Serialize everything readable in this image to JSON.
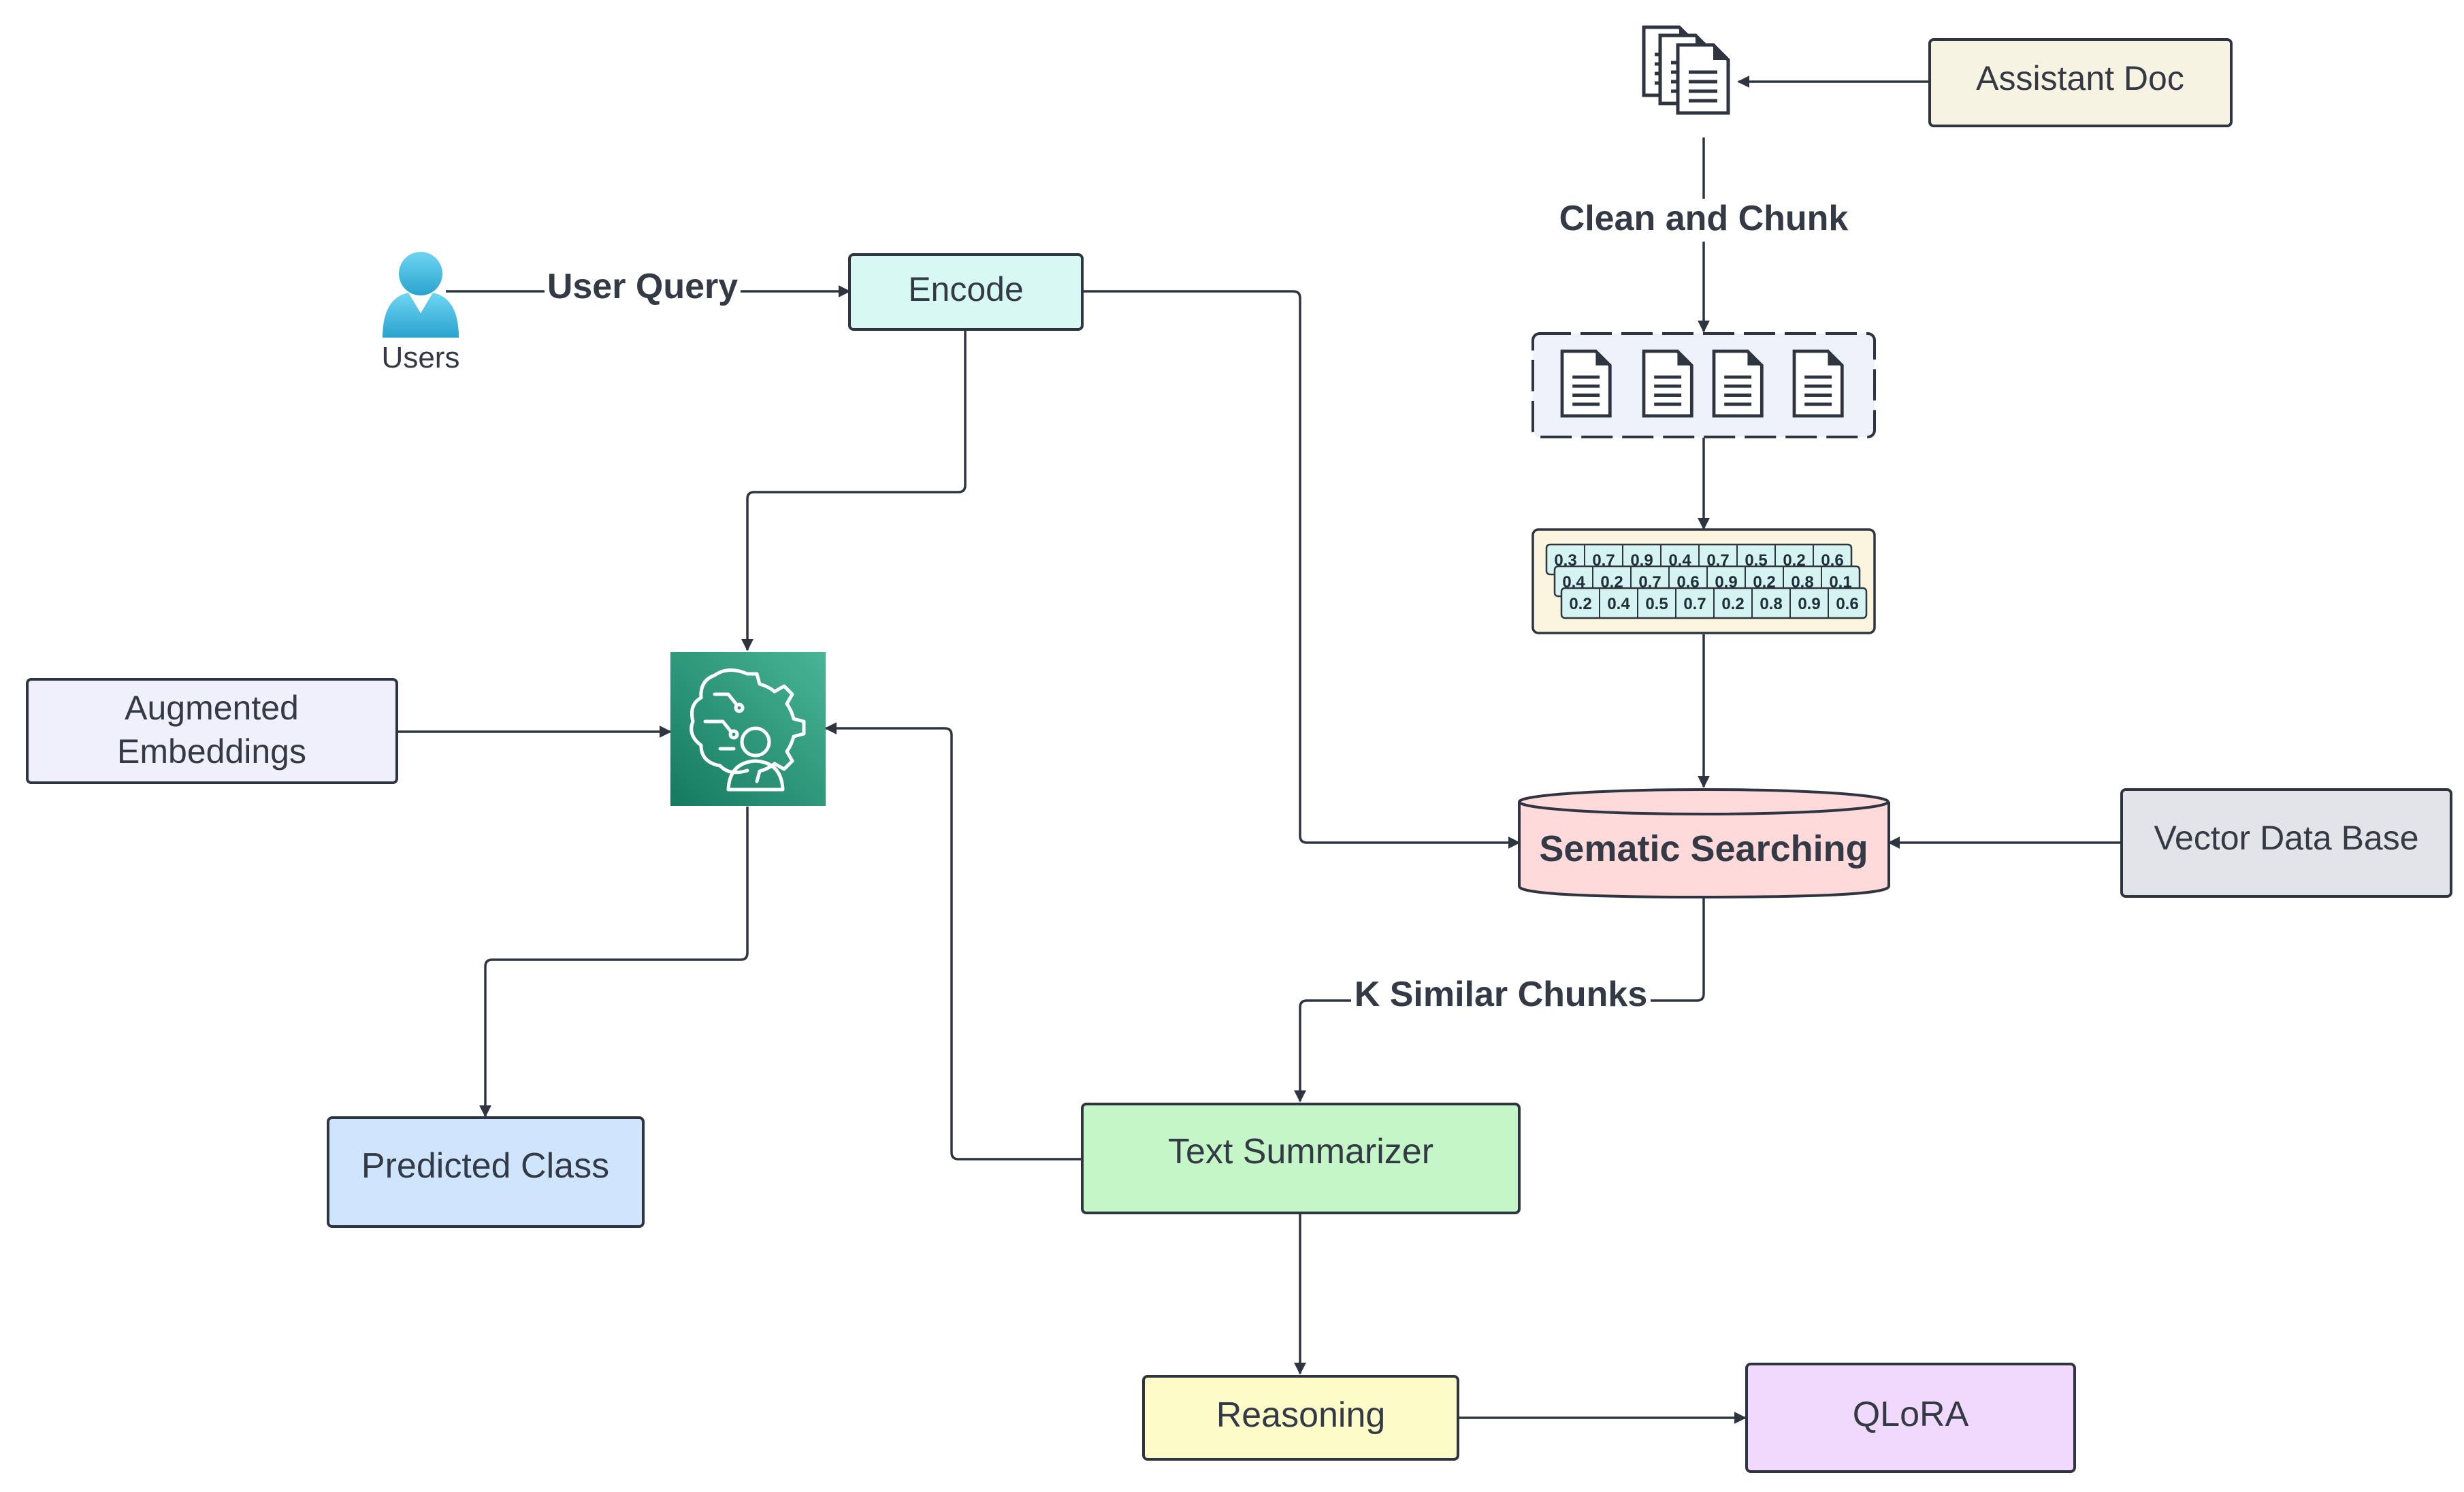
{
  "nodes": {
    "assistant_doc": "Assistant Doc",
    "clean_chunk": "Clean and Chunk",
    "users": "Users",
    "user_query": "User Query",
    "encode": "Encode",
    "augmented_line1": "Augmented",
    "augmented_line2": "Embeddings",
    "semantic_search": "Sematic Searching",
    "vector_db": "Vector Data Base",
    "k_similar": "K Similar Chunks",
    "predicted_class": "Predicted Class",
    "text_summarizer": "Text Summarizer",
    "reasoning": "Reasoning",
    "qlora": "QLoRA"
  },
  "vectors": {
    "row1": [
      "0.3",
      "0.7",
      "0.9",
      "0.4",
      "0.7",
      "0.5",
      "0.2",
      "0.6"
    ],
    "row2": [
      "0.4",
      "0.2",
      "0.7",
      "0.6",
      "0.9",
      "0.2",
      "0.8",
      "0.1"
    ],
    "row3": [
      "0.2",
      "0.4",
      "0.5",
      "0.7",
      "0.2",
      "0.8",
      "0.9",
      "0.6"
    ]
  },
  "colors": {
    "encode": "#d7f8f3",
    "assistant_doc": "#f6f3e2",
    "augmented": "#f0f0fd",
    "semantic_search": "#fedadb",
    "vector_db": "#e2e4e7",
    "predicted_class": "#cfe4fd",
    "text_summarizer": "#c4f6c8",
    "reasoning": "#fdfbc8",
    "qlora": "#f1d8fd",
    "chunks_bg": "#eef2fb",
    "vectors_bg": "#fbf5df",
    "ml_icon": "#1f8a6e",
    "user_icon": "#3ab6dc"
  }
}
